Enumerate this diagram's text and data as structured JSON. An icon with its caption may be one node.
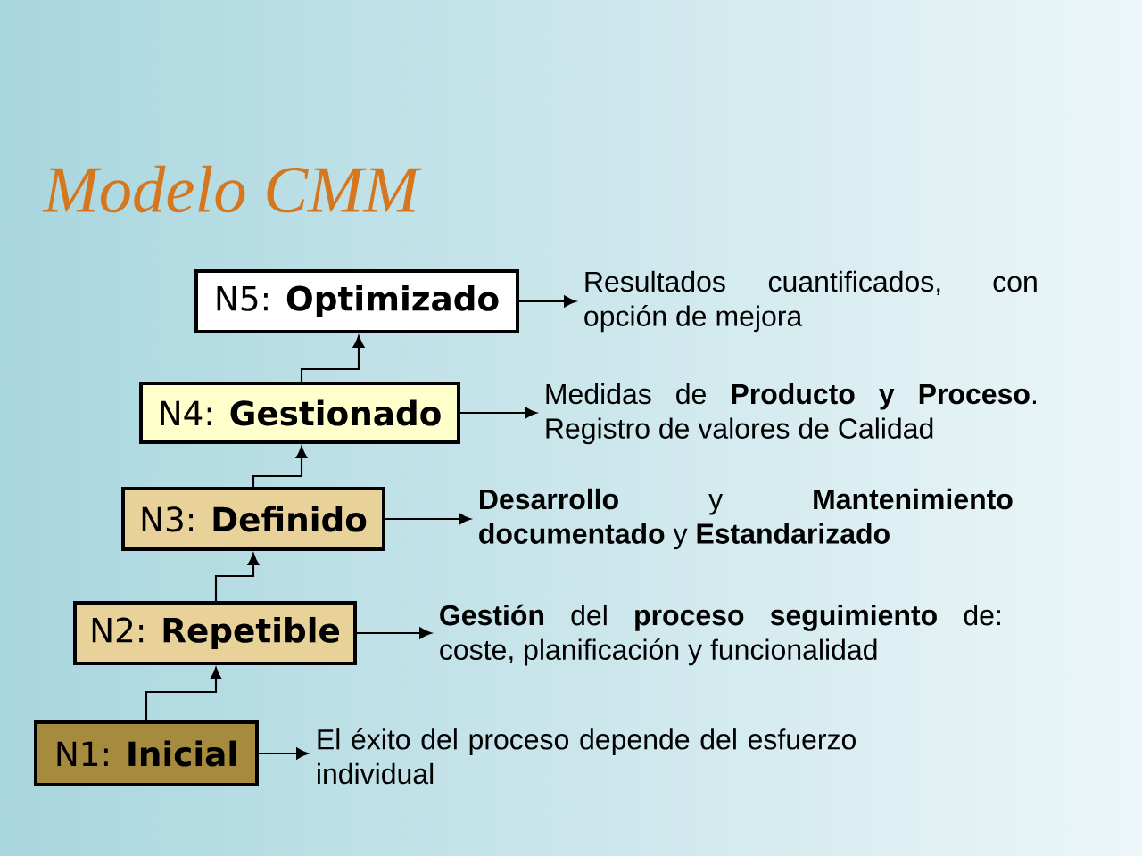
{
  "diagram": {
    "title": "Modelo CMM",
    "nodes": [
      {
        "text": [
          "N5: **Optimizado**"
        ]
      },
      {
        "text": [
          "Resultados cuantificados, con opción de mejora"
        ]
      },
      {
        "text": [
          "N4: **Gestionado**"
        ]
      },
      {
        "text": [
          "Medidas de **Producto y Proceso**. Registro de valores de Calidad"
        ]
      },
      {
        "text": [
          "N3: **Definido**"
        ]
      },
      {
        "text": [
          "**Desarrollo** y **Mantenimiento documentado** y **Estandarizado**"
        ]
      },
      {
        "text": [
          "N2: **Repetible**"
        ]
      },
      {
        "text": [
          "**Gestión** del **proceso seguimiento** de: coste, planificación y funcionalidad"
        ]
      },
      {
        "text": [
          "N1: **Inicial**"
        ]
      },
      {
        "text": [
          "El éxito del proceso depende del esfuerzo individual"
        ]
      }
    ],
    "edges": [
      {
        "from": 0,
        "to": 1,
        "arrow": "to"
      },
      {
        "from": 2,
        "to": 3,
        "arrow": "to"
      },
      {
        "from": 4,
        "to": 5,
        "arrow": "to"
      },
      {
        "from": 6,
        "to": 7,
        "arrow": "to"
      },
      {
        "from": 8,
        "to": 9,
        "arrow": "to"
      },
      {
        "from": 8,
        "to": 6,
        "arrow": "to"
      },
      {
        "from": 6,
        "to": 4,
        "arrow": "to"
      },
      {
        "from": 4,
        "to": 2,
        "arrow": "to"
      },
      {
        "from": 2,
        "to": 0,
        "arrow": "to"
      }
    ]
  }
}
